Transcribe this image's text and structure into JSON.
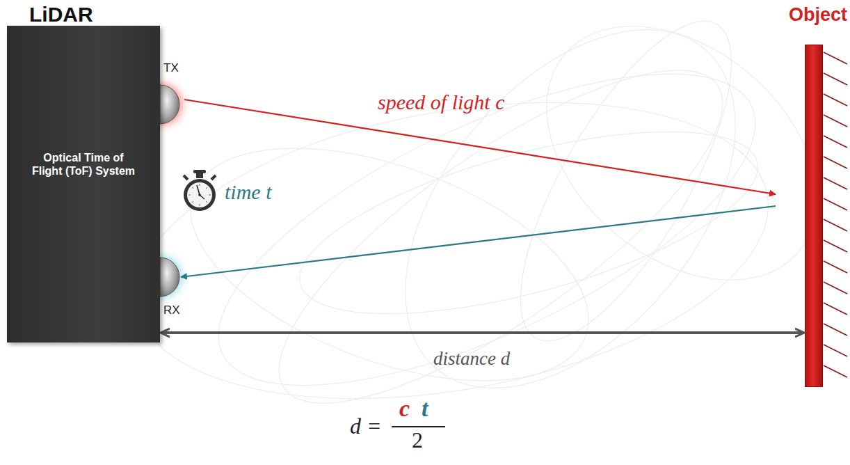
{
  "diagram": {
    "nodes": [
      {
        "text": [
          "LiDAR",
          "Optical Time of Flight (ToF) System"
        ]
      },
      {
        "text": [
          "Object"
        ]
      }
    ],
    "edges": [
      {
        "from": 0,
        "to": 1,
        "arrow": "to",
        "label": "speed of light c"
      },
      {
        "from": 1,
        "to": 0,
        "arrow": "to",
        "label": "time t"
      },
      {
        "from": 0,
        "to": 1,
        "arrow": "both",
        "label": "distance d"
      }
    ],
    "labels": [
      "TX",
      "RX",
      "d =",
      "c",
      "t",
      "2"
    ]
  }
}
